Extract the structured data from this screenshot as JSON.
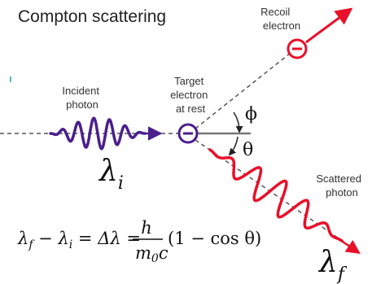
{
  "title": "Compton scattering",
  "labels": {
    "incident_photon": [
      "Incident",
      "photon"
    ],
    "target_electron": [
      "Target",
      "electron",
      "at rest"
    ],
    "recoil_electron": [
      "Recoil",
      "electron"
    ],
    "scattered_photon": [
      "Scattered",
      "photon"
    ]
  },
  "angles": {
    "phi": "ϕ",
    "theta": "θ"
  },
  "electron_symbol": "⊖",
  "wavelengths": {
    "initial": {
      "symbol": "λ",
      "subscript": "i"
    },
    "final": {
      "symbol": "λ",
      "subscript": "f"
    }
  },
  "equation": {
    "lhs": "λ",
    "lhs_sub1": "f",
    "minus": " − λ",
    "lhs_sub2": "i",
    "middle": " = Δλ =",
    "numerator": "h",
    "denominator_m": "m",
    "denominator_sub": "0",
    "denominator_c": "c",
    "tail": "(1 − cos θ)"
  },
  "colors": {
    "incident_wave": "#4b1f8c",
    "scattered_wave": "#e8102a",
    "electron": "#e8102a",
    "target_electron": "#4b1f8c",
    "dashed_line": "#555555"
  }
}
